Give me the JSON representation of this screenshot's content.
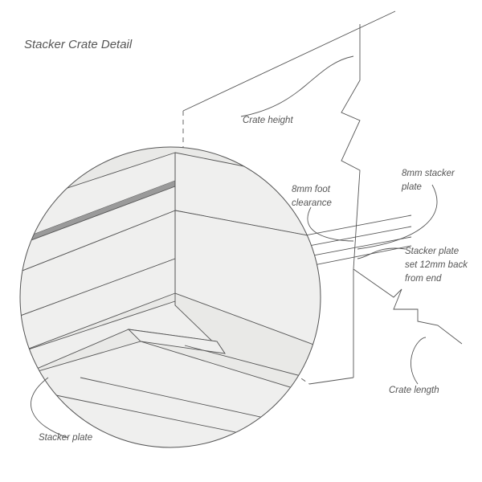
{
  "title": "Stacker Crate Detail",
  "labels": {
    "crate_height": "Crate height",
    "stacker_plate_thickness": [
      "8mm stacker",
      "plate"
    ],
    "foot_clearance": [
      "8mm foot",
      "clearance"
    ],
    "setback": [
      "Stacker plate",
      "set 12mm back",
      "from end"
    ],
    "crate_length": "Crate length",
    "stacker_plate": "Stacker plate"
  }
}
